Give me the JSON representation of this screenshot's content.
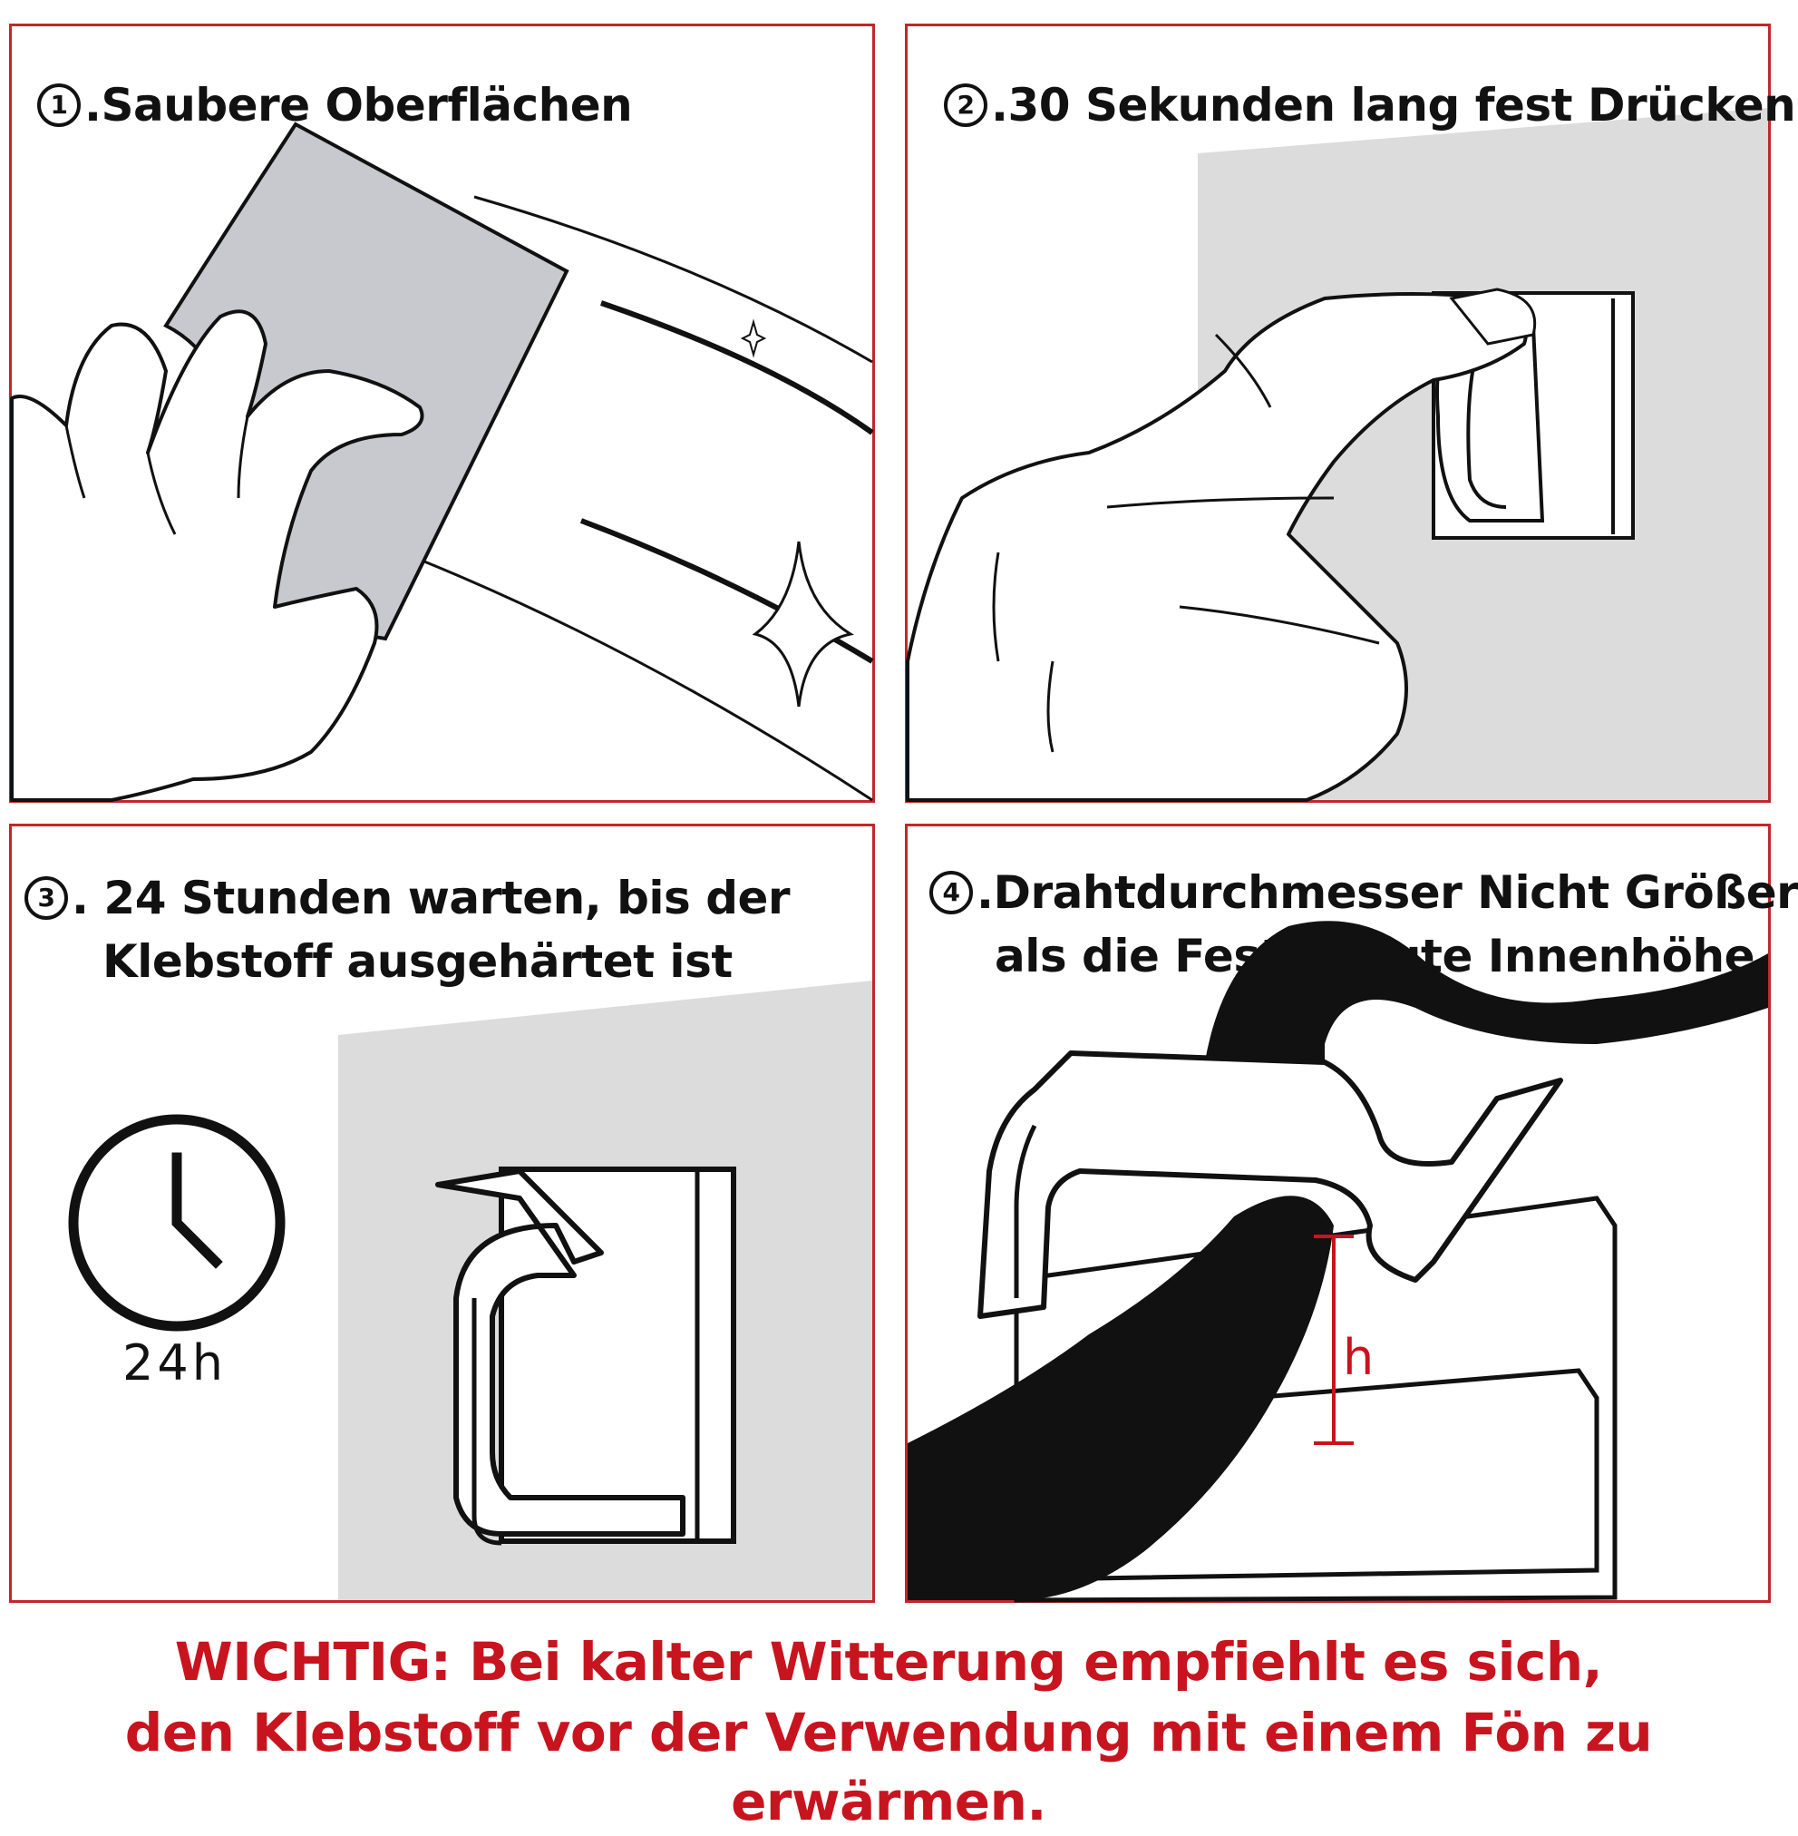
{
  "steps": [
    {
      "number": "1",
      "text": ".Saubere Oberflächen"
    },
    {
      "number": "2",
      "text": ".30 Sekunden lang fest Drücken"
    },
    {
      "number": "3",
      "text": ". 24 Stunden warten, bis der",
      "text_line2": "Klebstoff ausgehärtet ist",
      "clock_label": "24h"
    },
    {
      "number": "4",
      "text": ".Drahtdurchmesser Nicht Größer",
      "text_line2": "als die Festgelegte Innenhöhe",
      "dimension_label": "h"
    }
  ],
  "warning": {
    "line1": "WICHTIG: Bei kalter Witterung empfiehlt es sich,",
    "line2": "den Klebstoff vor der Verwendung mit einem Fön zu erwärmen."
  },
  "colors": {
    "border": "#c1272d",
    "warning_text": "#c8141e",
    "wall_gray": "#dcdcdc",
    "cloth_gray": "#c7c9cf"
  },
  "icons": [
    "cloth-icon",
    "hand-icon",
    "sparkle-icon",
    "clock-icon",
    "hook-icon",
    "cable-icon"
  ]
}
